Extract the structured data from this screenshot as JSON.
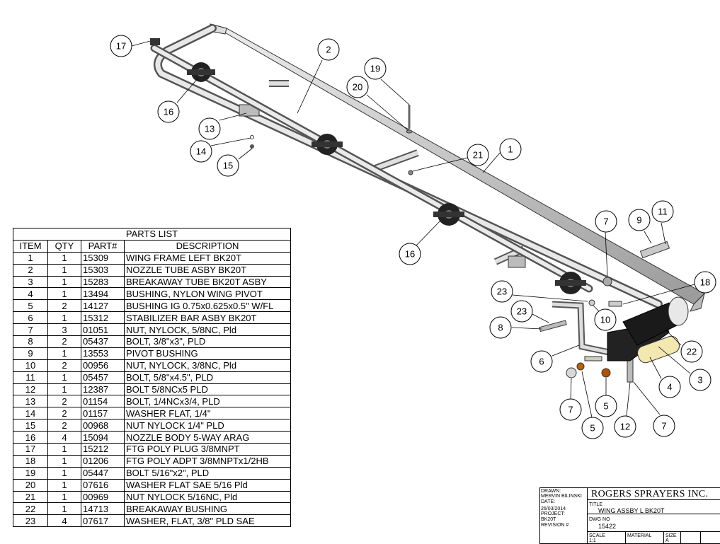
{
  "parts_list": {
    "title": "PARTS LIST",
    "headers": [
      "ITEM",
      "QTY",
      "PART#",
      "DESCRIPTION"
    ],
    "rows": [
      {
        "item": "1",
        "qty": "1",
        "part": "15309",
        "desc": "WING FRAME LEFT BK20T"
      },
      {
        "item": "2",
        "qty": "1",
        "part": "15303",
        "desc": "NOZZLE TUBE ASBY BK20T"
      },
      {
        "item": "3",
        "qty": "1",
        "part": "15283",
        "desc": "BREAKAWAY TUBE BK20T ASBY"
      },
      {
        "item": "4",
        "qty": "1",
        "part": "13494",
        "desc": "BUSHING, NYLON WING PIVOT"
      },
      {
        "item": "5",
        "qty": "2",
        "part": "14127",
        "desc": "BUSHING IG 0.75x0.625x0.5\" W/FL"
      },
      {
        "item": "6",
        "qty": "1",
        "part": "15312",
        "desc": "STABILIZER BAR ASBY BK20T"
      },
      {
        "item": "7",
        "qty": "3",
        "part": "01051",
        "desc": "NUT, NYLOCK, 5/8NC, Pld"
      },
      {
        "item": "8",
        "qty": "2",
        "part": "05437",
        "desc": "BOLT, 3/8\"x3\", PLD"
      },
      {
        "item": "9",
        "qty": "1",
        "part": "13553",
        "desc": "PIVOT BUSHING"
      },
      {
        "item": "10",
        "qty": "2",
        "part": "00956",
        "desc": "NUT, NYLOCK, 3/8NC, Pld"
      },
      {
        "item": "11",
        "qty": "1",
        "part": "05457",
        "desc": "BOLT, 5/8\"x4.5\", PLD"
      },
      {
        "item": "12",
        "qty": "1",
        "part": "12387",
        "desc": "BOLT 5/8NCx5 PLD"
      },
      {
        "item": "13",
        "qty": "2",
        "part": "01154",
        "desc": "BOLT, 1/4NCx3/4, PLD"
      },
      {
        "item": "14",
        "qty": "2",
        "part": "01157",
        "desc": "WASHER FLAT, 1/4\""
      },
      {
        "item": "15",
        "qty": "2",
        "part": "00968",
        "desc": "NUT NYLOCK 1/4\" PLD"
      },
      {
        "item": "16",
        "qty": "4",
        "part": "15094",
        "desc": "NOZZLE BODY 5-WAY ARAG"
      },
      {
        "item": "17",
        "qty": "1",
        "part": "15212",
        "desc": "FTG POLY PLUG 3/8MNPT"
      },
      {
        "item": "18",
        "qty": "1",
        "part": "01206",
        "desc": "FTG POLY ADPT 3/8MNPTx1/2HB"
      },
      {
        "item": "19",
        "qty": "1",
        "part": "05447",
        "desc": "BOLT 5/16\"x2\", PLD"
      },
      {
        "item": "20",
        "qty": "1",
        "part": "07616",
        "desc": "WASHER FLAT SAE 5/16 Pld"
      },
      {
        "item": "21",
        "qty": "1",
        "part": "00969",
        "desc": "NUT NYLOCK 5/16NC, Pld"
      },
      {
        "item": "22",
        "qty": "1",
        "part": "14713",
        "desc": "BREAKAWAY BUSHING"
      },
      {
        "item": "23",
        "qty": "4",
        "part": "07617",
        "desc": "WASHER, FLAT, 3/8\" PLD SAE"
      }
    ]
  },
  "title_block": {
    "drawn_label": "DRAWN:",
    "drawn_by": "MERVIN BILINSKI",
    "date_label": "DATE:",
    "date": "26/03/2014",
    "project_label": "PROJECT:",
    "project": "BK20T",
    "revision_label": "REVISION #",
    "company": "ROGERS SPRAYERS INC.",
    "title_label": "TITLE",
    "title": "WING ASSBY L BK20T",
    "dwg_label": "DWG NO",
    "dwg_no": "15422",
    "scale_label": "SCALE",
    "scale": "1:1",
    "material_label": "MATERIAL",
    "size_label": "SIZE",
    "size": "A"
  },
  "balloons": [
    "17",
    "2",
    "19",
    "20",
    "16",
    "13",
    "14",
    "15",
    "21",
    "1",
    "16",
    "7",
    "9",
    "11",
    "18",
    "23",
    "10",
    "23",
    "8",
    "22",
    "6",
    "3",
    "4",
    "7",
    "5",
    "5",
    "12",
    "7"
  ]
}
